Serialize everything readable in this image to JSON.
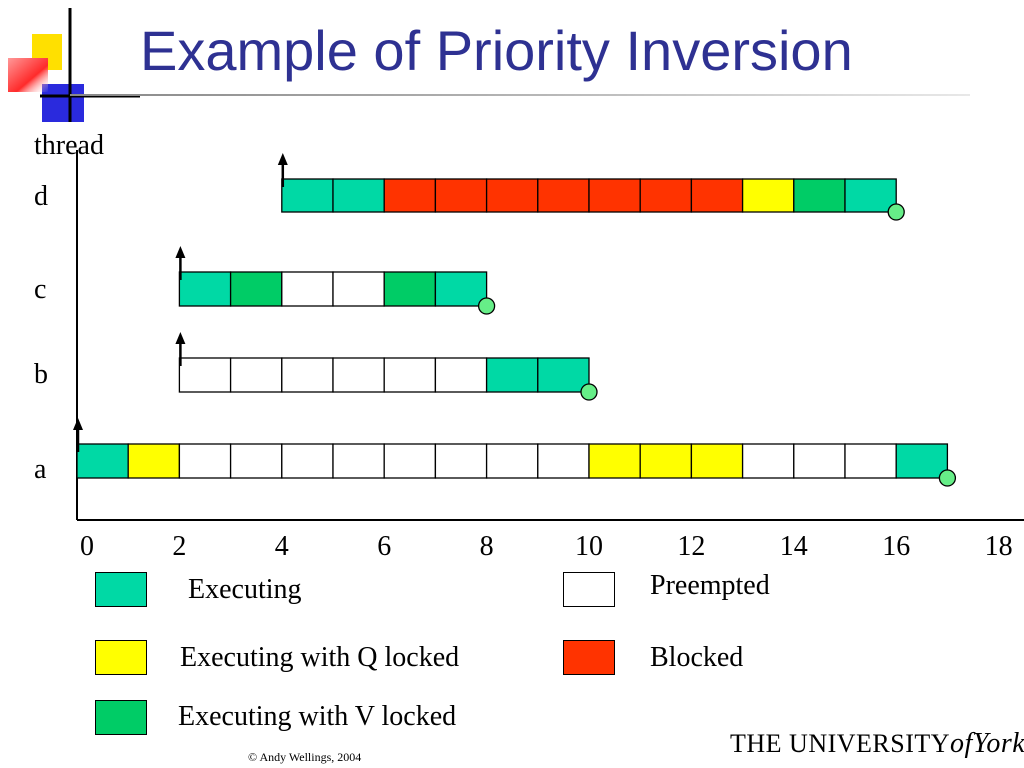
{
  "title": "Example of Priority Inversion",
  "y_axis_label": "thread",
  "colors": {
    "E": "#00D9A5",
    "Q": "#FFFF00",
    "V": "#00CC66",
    "P": "#FFFFFF",
    "B": "#FF3300"
  },
  "timeline": {
    "ticks": [
      "0",
      "2",
      "4",
      "6",
      "8",
      "10",
      "12",
      "14",
      "16",
      "18"
    ],
    "threads": [
      {
        "name": "d",
        "release": 4,
        "states": [
          "E",
          "E",
          "B",
          "B",
          "B",
          "B",
          "B",
          "B",
          "B",
          "Q",
          "V",
          "E"
        ]
      },
      {
        "name": "c",
        "release": 2,
        "states": [
          "E",
          "V",
          "P",
          "P",
          "V",
          "E"
        ]
      },
      {
        "name": "b",
        "release": 2,
        "states": [
          "P",
          "P",
          "P",
          "P",
          "P",
          "P",
          "E",
          "E"
        ]
      },
      {
        "name": "a",
        "release": 0,
        "states": [
          "E",
          "Q",
          "P",
          "P",
          "P",
          "P",
          "P",
          "P",
          "P",
          "P",
          "Q",
          "Q",
          "Q",
          "P",
          "P",
          "P",
          "E"
        ]
      }
    ]
  },
  "legend": [
    {
      "state": "E",
      "label": "Executing"
    },
    {
      "state": "P",
      "label": "Preempted"
    },
    {
      "state": "Q",
      "label": "Executing with Q locked"
    },
    {
      "state": "B",
      "label": "Blocked"
    },
    {
      "state": "V",
      "label": "Executing with V locked"
    }
  ],
  "footer": "© Andy Wellings, 2004",
  "university": {
    "prefix": "THE UNIVERSITY",
    "of": "of",
    "name": "York"
  },
  "logo_icon": "colored-squares-logo-icon"
}
